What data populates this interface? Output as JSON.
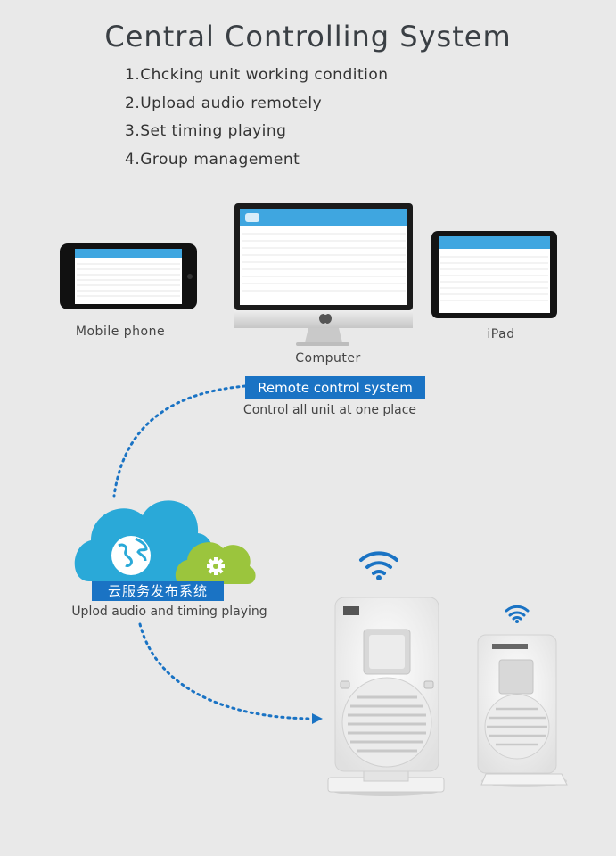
{
  "title": "Central Controlling  System",
  "features": [
    "1.Chcking unit working condition",
    "2.Upload audio remotely",
    "3.Set timing playing",
    "4.Group management"
  ],
  "devices": {
    "mobile_label": "Mobile phone",
    "computer_label": "Computer",
    "ipad_label": "iPad"
  },
  "remote": {
    "label": "Remote control system",
    "description": "Control all unit at one place"
  },
  "cloud": {
    "label": "云服务发布系统",
    "description": "Uplod audio and timing playing"
  },
  "colors": {
    "accent_blue": "#1a73c4",
    "cloud_blue": "#2aa9d8",
    "cloud_green": "#9bc53d",
    "background": "#e9e9e9"
  },
  "icons": [
    "wifi-icon",
    "globe-icon",
    "gear-icon",
    "apple-logo-icon"
  ]
}
